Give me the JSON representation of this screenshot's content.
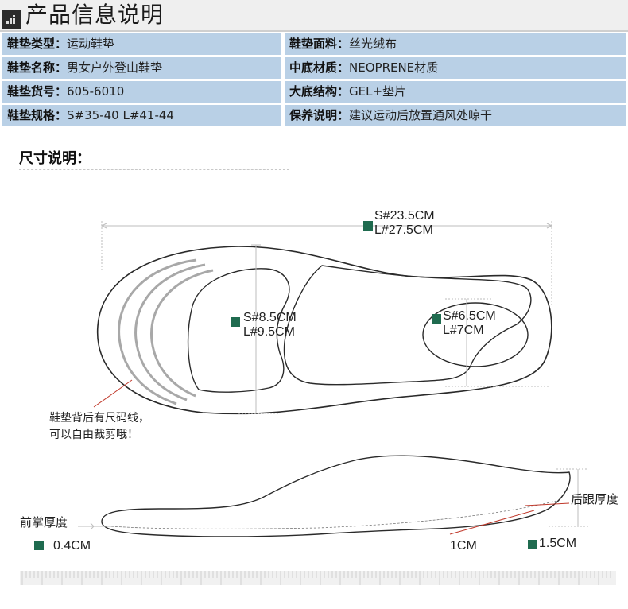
{
  "header": {
    "title": "产品信息说明"
  },
  "specs": {
    "rows": [
      {
        "left_key": "鞋垫类型：",
        "left_value": "运动鞋垫",
        "right_key": "鞋垫面料：",
        "right_value": "丝光绒布"
      },
      {
        "left_key": "鞋垫名称：",
        "left_value": "男女户外登山鞋垫",
        "right_key": "中底材质：",
        "right_value": "NEOPRENE材质"
      },
      {
        "left_key": "鞋垫货号：",
        "left_value": "605-6010",
        "right_key": "大底结构：",
        "right_value": "GEL+垫片"
      },
      {
        "left_key": "鞋垫规格：",
        "left_value": "S#35-40 L#41-44",
        "right_key": "保养说明：",
        "right_value": "建议运动后放置通风处晾干"
      }
    ]
  },
  "size_section": {
    "title": "尺寸说明：",
    "length": {
      "s": "S#23.5CM",
      "l": "L#27.5CM"
    },
    "forefoot_width": {
      "s": "S#8.5CM",
      "l": "L#9.5CM"
    },
    "heel_width": {
      "s": "S#6.5CM",
      "l": "L#7CM"
    },
    "note_line1": "鞋垫背后有尺码线，",
    "note_line2": "可以自由裁剪哦！",
    "forefoot_thickness_label": "前掌厚度",
    "forefoot_thickness_value": "0.4CM",
    "heel_thickness_label": "后跟厚度",
    "arch_value": "1CM",
    "heel_value": "1.5CM"
  },
  "colors": {
    "header_bg": "#efefef",
    "row_bg": "#b9d0e6",
    "marker": "#1f6b4f"
  }
}
